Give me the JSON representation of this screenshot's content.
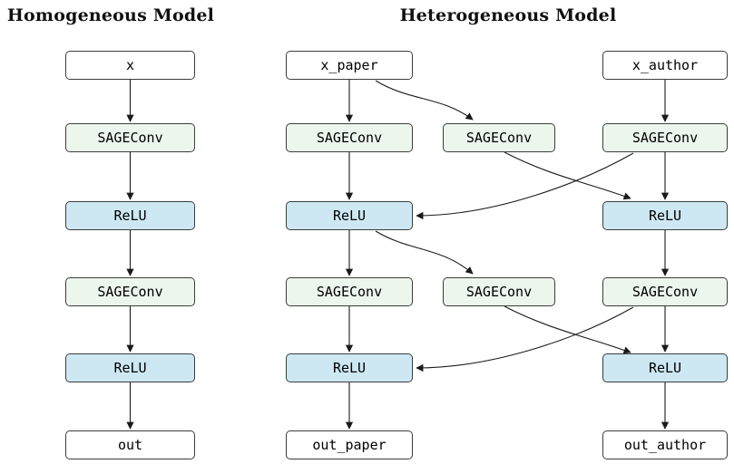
{
  "homogeneous": {
    "title": "Homogeneous Model",
    "nodes": {
      "input": "x",
      "conv1": "SAGEConv",
      "relu1": "ReLU",
      "conv2": "SAGEConv",
      "relu2": "ReLU",
      "output": "out"
    }
  },
  "heterogeneous": {
    "title": "Heterogeneous Model",
    "paper": {
      "input": "x_paper",
      "conv1": "SAGEConv",
      "relu1": "ReLU",
      "conv2": "SAGEConv",
      "relu2": "ReLU",
      "output": "out_paper"
    },
    "middle": {
      "conv1": "SAGEConv",
      "conv2": "SAGEConv"
    },
    "author": {
      "input": "x_author",
      "conv1": "SAGEConv",
      "relu1": "ReLU",
      "conv2": "SAGEConv",
      "relu2": "ReLU",
      "output": "out_author"
    }
  },
  "colors": {
    "io_fill": "#ffffff",
    "conv_fill": "#ecf6ec",
    "relu_fill": "#cde8f3",
    "node_border": "#3c3c3c",
    "edge": "#1a1a1a"
  }
}
